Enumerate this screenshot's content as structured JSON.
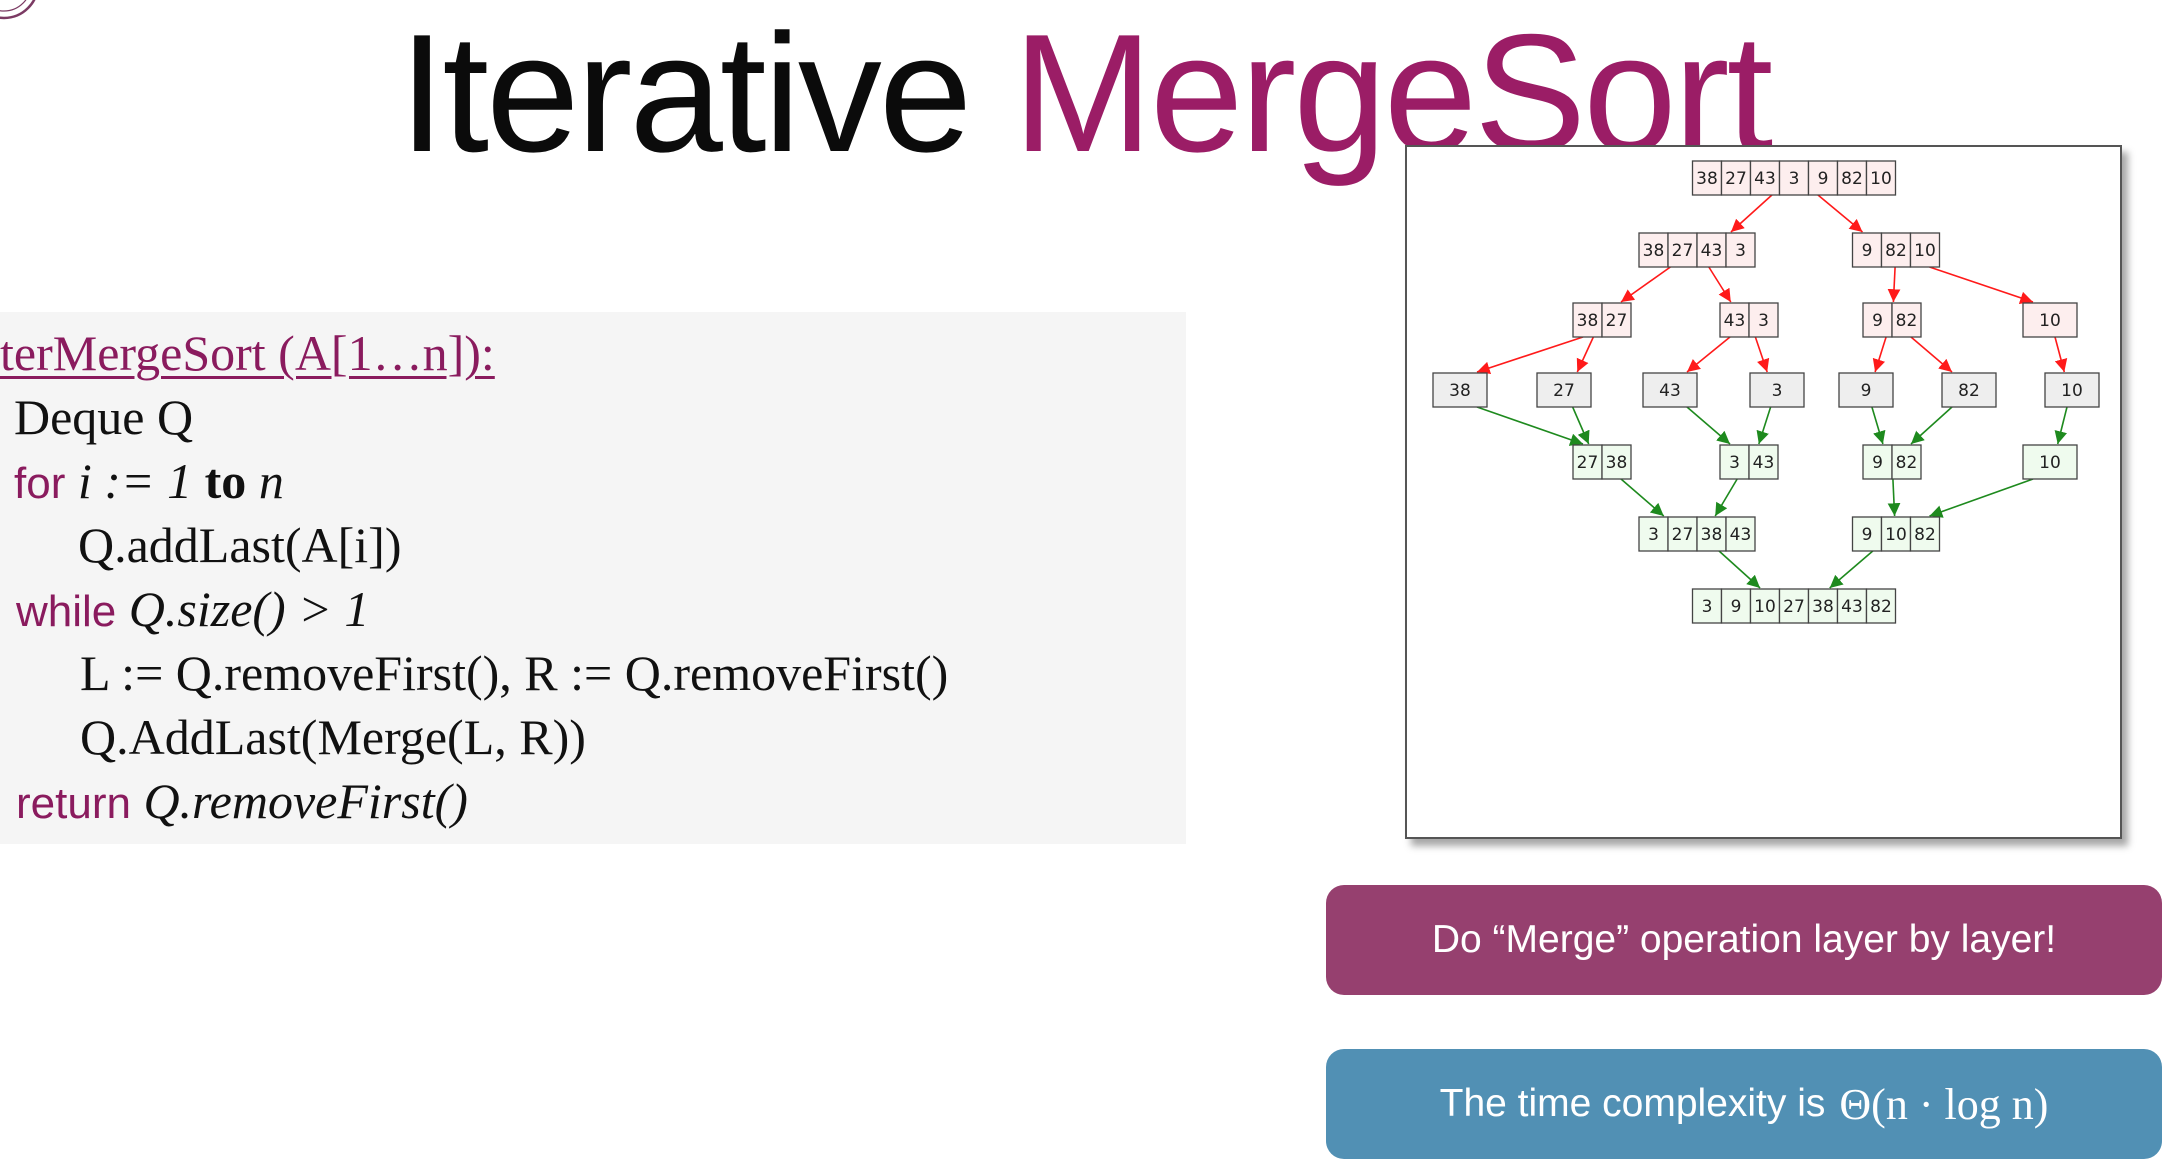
{
  "title": {
    "part1": "Iterative ",
    "part2": "MergeSort"
  },
  "pseudocode": {
    "signature": "terMergeSort (A[1…n]):",
    "line1": "Deque Q",
    "line2": {
      "kw": "for",
      "rest_a": "i := 1 ",
      "kw2": "to",
      "rest_b": " n"
    },
    "line3": "Q.addLast(A[i])",
    "line4": {
      "kw": "while",
      "rest": "Q.size() > 1"
    },
    "line5": "L := Q.removeFirst(),  R := Q.removeFirst()",
    "line6": "Q.AddLast(Merge(L, R))",
    "line7": {
      "kw": "return",
      "rest": "Q.removeFirst()"
    }
  },
  "diagram": {
    "split_levels": [
      [
        [
          "38",
          "27",
          "43",
          "3",
          "9",
          "82",
          "10"
        ]
      ],
      [
        [
          "38",
          "27",
          "43",
          "3"
        ],
        [
          "9",
          "82",
          "10"
        ]
      ],
      [
        [
          "38",
          "27"
        ],
        [
          "43",
          "3"
        ],
        [
          "9",
          "82"
        ],
        [
          "10"
        ]
      ],
      [
        [
          "38"
        ],
        [
          "27"
        ],
        [
          "43"
        ],
        [
          "3"
        ],
        [
          "9"
        ],
        [
          "82"
        ],
        [
          "10"
        ]
      ]
    ],
    "merge_levels": [
      [
        [
          "27",
          "38"
        ],
        [
          "3",
          "43"
        ],
        [
          "9",
          "82"
        ],
        [
          "10"
        ]
      ],
      [
        [
          "3",
          "27",
          "38",
          "43"
        ],
        [
          "9",
          "10",
          "82"
        ]
      ],
      [
        [
          "3",
          "9",
          "10",
          "27",
          "38",
          "43",
          "82"
        ]
      ]
    ],
    "colors": {
      "split_fill": "#fdeeee",
      "leaf_fill": "#eeeeee",
      "merge_fill": "#effbee",
      "split_arrow": "#ff1a1a",
      "merge_arrow": "#1e8a1e"
    }
  },
  "callouts": {
    "merge": "Do “Merge” operation layer by layer!",
    "complexity_text": "The time complexity is",
    "complexity_math": "Θ(n · log n)"
  }
}
